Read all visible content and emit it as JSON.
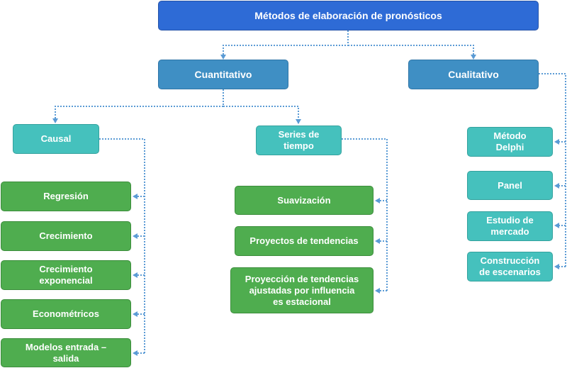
{
  "diagram": {
    "root": "Métodos de elaboración de pronósticos",
    "quantitative": "Cuantitativo",
    "qualitative": "Cualitativo",
    "causal": "Causal",
    "time_series": "Series de\ntiempo",
    "causal_methods": [
      "Regresión",
      "Crecimiento",
      "Crecimiento\nexponencial",
      "Econométricos",
      "Modelos entrada –\nsalida"
    ],
    "time_series_methods": [
      "Suavización",
      "Proyectos de tendencias",
      "Proyección de tendencias\najustadas por influencia\nes estacional"
    ],
    "qualitative_methods": [
      "Método\nDelphi",
      "Panel",
      "Estudio de\nmercado",
      "Construcción\nde escenarios"
    ],
    "colors": {
      "root": "#2e6bd6",
      "level1": "#3f8fc4",
      "teal": "#45c1bd",
      "green": "#4fad4f",
      "connector": "#5b9bd5"
    }
  }
}
